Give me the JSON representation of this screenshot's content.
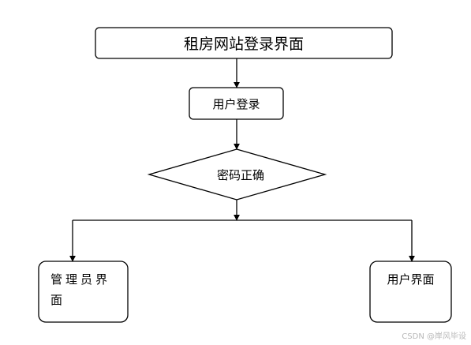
{
  "flowchart": {
    "title": "租房网站登录界面",
    "login_step": "用户登录",
    "decision": "密码正确",
    "admin_screen": "管理员界面",
    "user_screen": "用户界面"
  },
  "watermark": "CSDN @岸风毕设"
}
